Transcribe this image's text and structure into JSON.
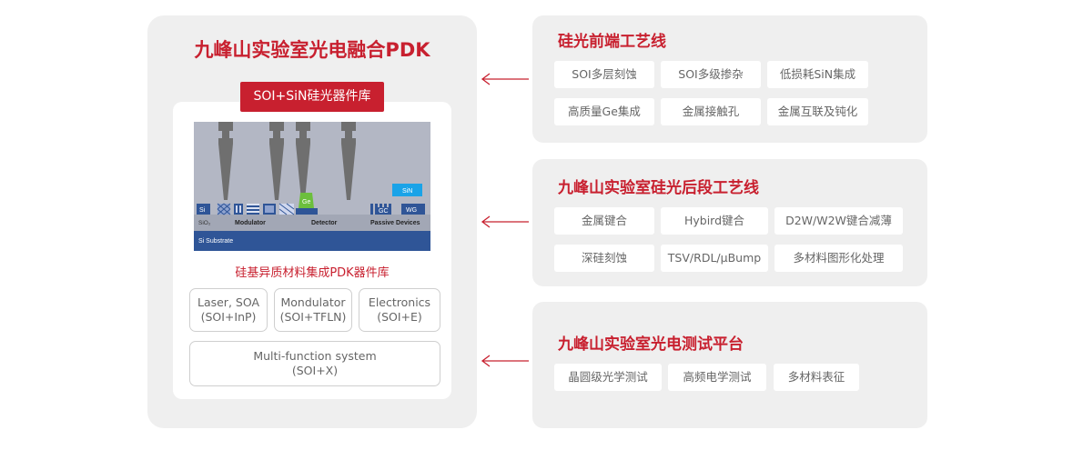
{
  "pdk": {
    "title": "九峰山实验室光电融合PDK",
    "banner": "SOI+SiN硅光器件库",
    "device": {
      "si": "Si",
      "sio2": "SiO₂",
      "modulator": "Modulator",
      "ge": "Ge",
      "detector": "Detector",
      "gc": "GC",
      "wg": "WG",
      "passive": "Passive Devices",
      "sin": "SiN",
      "substrate": "Si Substrate"
    },
    "library_title": "硅基异质材料集成PDK器件库",
    "libraries": [
      {
        "line1": "Laser, SOA",
        "line2": "(SOI+InP)"
      },
      {
        "line1": "Mondulator",
        "line2": "(SOI+TFLN)"
      },
      {
        "line1": "Electronics",
        "line2": "(SOI+E)"
      },
      {
        "line1": "Multi-function system",
        "line2": "(SOI+X)"
      }
    ]
  },
  "lines": [
    {
      "title": "硅光前端工艺线",
      "chips": [
        "SOI多层刻蚀",
        "SOI多级掺杂",
        "低损耗SiN集成",
        "高质量Ge集成",
        "金属接触孔",
        "金属互联及钝化"
      ]
    },
    {
      "title": "九峰山实验室硅光后段工艺线",
      "chips": [
        "金属键合",
        "Hybird键合",
        "D2W/W2W键合减薄",
        "深硅刻蚀",
        "TSV/RDL/μBump",
        "多材料图形化处理"
      ]
    },
    {
      "title": "九峰山实验室光电测试平台",
      "chips": [
        "晶圆级光学测试",
        "高频电学测试",
        "多材料表征"
      ]
    }
  ],
  "colors": {
    "accent": "#c8202f",
    "panel": "#efefef",
    "substrate": "#2f5597",
    "sin": "#1aa3e8",
    "ge": "#6cbf3c"
  }
}
